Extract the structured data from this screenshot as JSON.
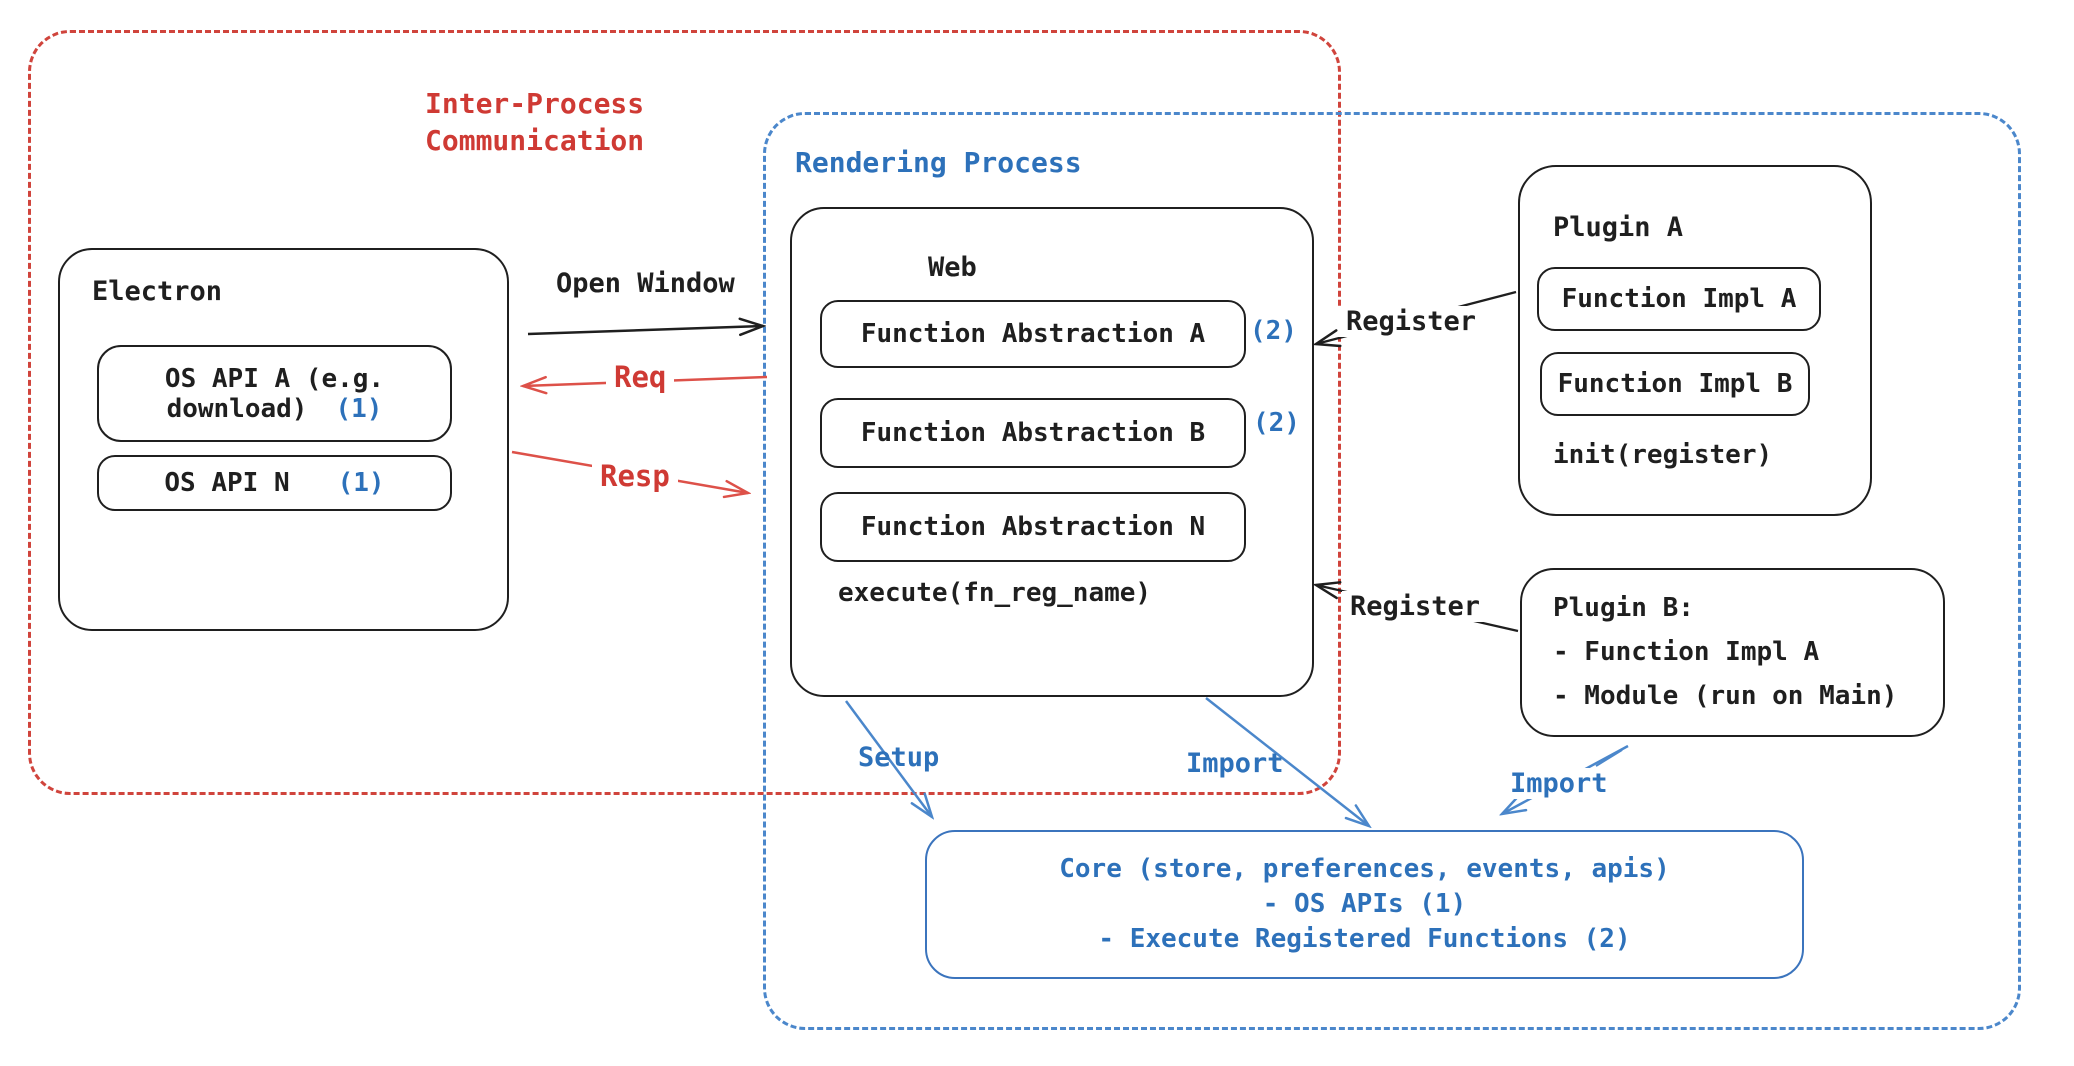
{
  "colors": {
    "red": "#cf3a34",
    "blue": "#2d71ba",
    "ink": "#1f1f1f",
    "blue_dash": "#4b87cb",
    "red_dash": "#d0443c"
  },
  "ipc": {
    "title_line1": "Inter-Process",
    "title_line2": "Communication"
  },
  "electron": {
    "title": "Electron",
    "os_api_a_line1": "OS API A (e.g.",
    "os_api_a_line2": "download)",
    "os_api_a_badge": "(1)",
    "os_api_n": "OS API N",
    "os_api_n_badge": "(1)"
  },
  "rendering": {
    "title": "Rendering Process",
    "web": {
      "title": "Web",
      "fa_a": "Function Abstraction A",
      "fa_a_badge": "(2)",
      "fa_b": "Function Abstraction B",
      "fa_b_badge": "(2)",
      "fa_n": "Function Abstraction N",
      "execute": "execute(fn_reg_name)"
    }
  },
  "plugin_a": {
    "title": "Plugin A",
    "impl_a": "Function Impl A",
    "impl_b": "Function Impl B",
    "init": "init(register)"
  },
  "plugin_b": {
    "line1": "Plugin B:",
    "line2": "- Function Impl A",
    "line3": "- Module (run on Main)"
  },
  "core": {
    "line1": "Core (store, preferences, events, apis)",
    "line2": "- OS APIs (1)",
    "line3": "- Execute Registered Functions (2)"
  },
  "arrows": {
    "open_window": "Open Window",
    "req": "Req",
    "resp": "Resp",
    "register_a": "Register",
    "register_b": "Register",
    "setup": "Setup",
    "import_web": "Import",
    "import_plugin": "Import"
  }
}
